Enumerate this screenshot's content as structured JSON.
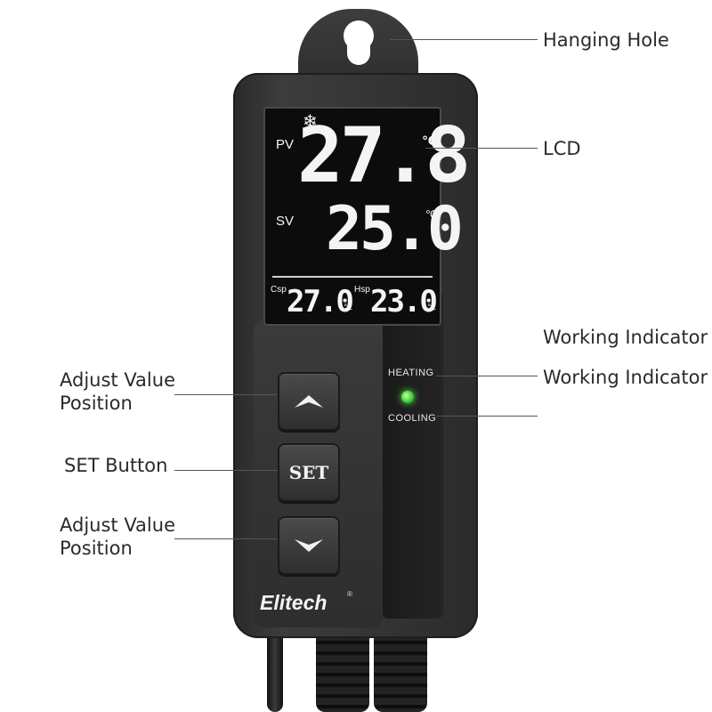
{
  "colors": {
    "background": "#ffffff",
    "housing": "#343434",
    "lcd_background": "#0c0c0c",
    "lcd_text": "#f4f4f4",
    "led_on": "#3fd13a",
    "callout_text": "#2a2a2a"
  },
  "device": {
    "brand": "Elitech",
    "brand_mark": "®",
    "lcd": {
      "mode_icon": "snowflake-icon",
      "mode_symbol": "❄",
      "pv_label": "PV",
      "pv_value": "27.8",
      "pv_unit": "℃",
      "sv_label": "SV",
      "sv_value": "25.0",
      "sv_unit": "℃",
      "csp_label": "Csp",
      "csp_value": "27.0",
      "csp_unit": "℃",
      "hsp_label": "Hsp",
      "hsp_value": "23.0",
      "hsp_unit": "℃"
    },
    "buttons": {
      "up_icon": "chevron-up-icon",
      "set_label": "SET",
      "down_icon": "chevron-down-icon"
    },
    "indicators": {
      "heating_label": "HEATING",
      "cooling_label": "COOLING",
      "led_state": "on",
      "led_color": "green"
    }
  },
  "callouts": {
    "hanging_hole": "Hanging Hole",
    "lcd": "LCD",
    "working_indicator_1": "Working Indicator",
    "working_indicator_2": "Working Indicator",
    "adjust_up_line1": "Adjust Value",
    "adjust_up_line2": "Position",
    "set_button": "SET Button",
    "adjust_down_line1": "Adjust Value",
    "adjust_down_line2": "Position"
  }
}
